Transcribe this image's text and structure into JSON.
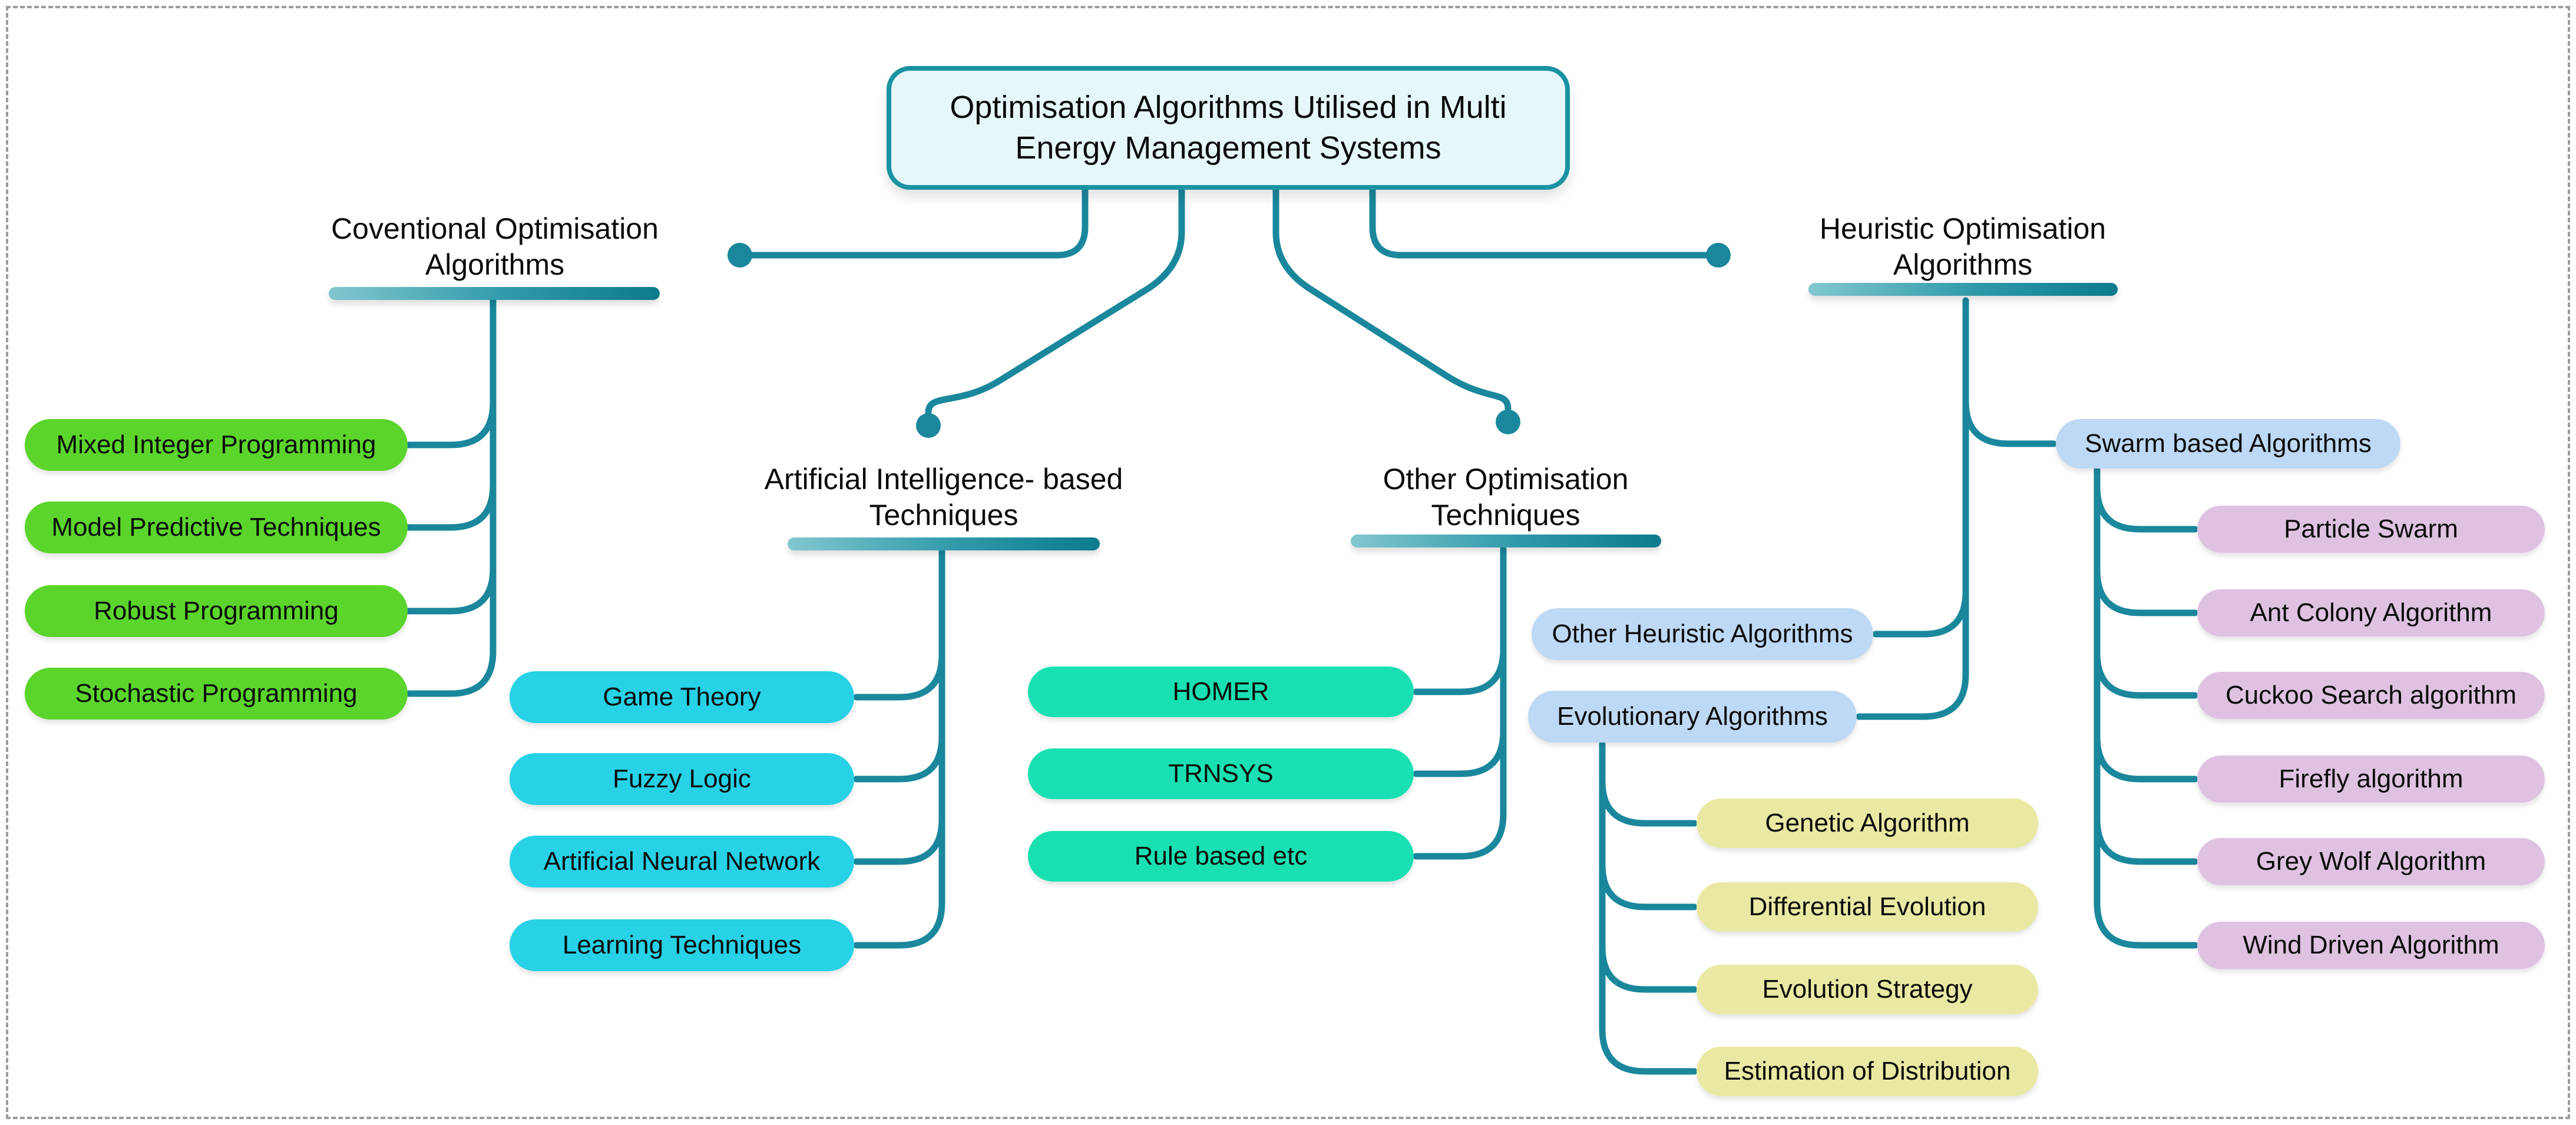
{
  "title": {
    "line1": "Optimisation Algorithms Utilised in Multi",
    "line2": "Energy Management Systems"
  },
  "headers": {
    "conventional": {
      "line1": "Coventional Optimisation",
      "line2": "Algorithms"
    },
    "ai": {
      "line1": "Artificial Intelligence- based",
      "line2": "Techniques"
    },
    "other": {
      "line1": "Other Optimisation",
      "line2": "Techniques"
    },
    "heuristic": {
      "line1": "Heuristic Optimisation",
      "line2": "Algorithms"
    }
  },
  "branches": {
    "conventional": {
      "label": "Coventional Optimisation Algorithms",
      "children": [
        "Mixed Integer Programming",
        "Model Predictive Techniques",
        "Robust Programming",
        "Stochastic Programming"
      ]
    },
    "ai": {
      "label": "Artificial Intelligence- based Techniques",
      "children": [
        "Game Theory",
        "Fuzzy Logic",
        "Artificial Neural Network",
        "Learning Techniques"
      ]
    },
    "other": {
      "label": "Other Optimisation Techniques",
      "children": [
        "HOMER",
        "TRNSYS",
        "Rule based etc"
      ]
    },
    "heuristic": {
      "label": "Heuristic Optimisation Algorithms",
      "children": [
        "Swarm based Algorithms",
        "Other Heuristic Algorithms",
        "Evolutionary Algorithms"
      ],
      "swarm_children": [
        "Particle Swarm",
        "Ant Colony Algorithm",
        "Cuckoo Search algorithm",
        "Firefly algorithm",
        "Grey Wolf Algorithm",
        "Wind Driven Algorithm"
      ],
      "evolutionary_children": [
        "Genetic Algorithm",
        "Differential Evolution",
        "Evolution Strategy",
        "Estimation of Distribution"
      ]
    }
  },
  "colors": {
    "line_teal": "#1a879c",
    "title_fill": "#e6f7fa",
    "title_border": "#1a93a3",
    "bar_gradient_start": "#82c7d0",
    "bar_gradient_end": "#0c7b8c",
    "pill_green": "#5bd52c",
    "pill_cyan": "#27d1e6",
    "pill_spring_green": "#19e0b2",
    "pill_light_blue": "#bed9f5",
    "pill_purple": "#dfc2e2",
    "pill_yellow": "#e9e9a3",
    "frame_dash": "#9b9b9b"
  }
}
